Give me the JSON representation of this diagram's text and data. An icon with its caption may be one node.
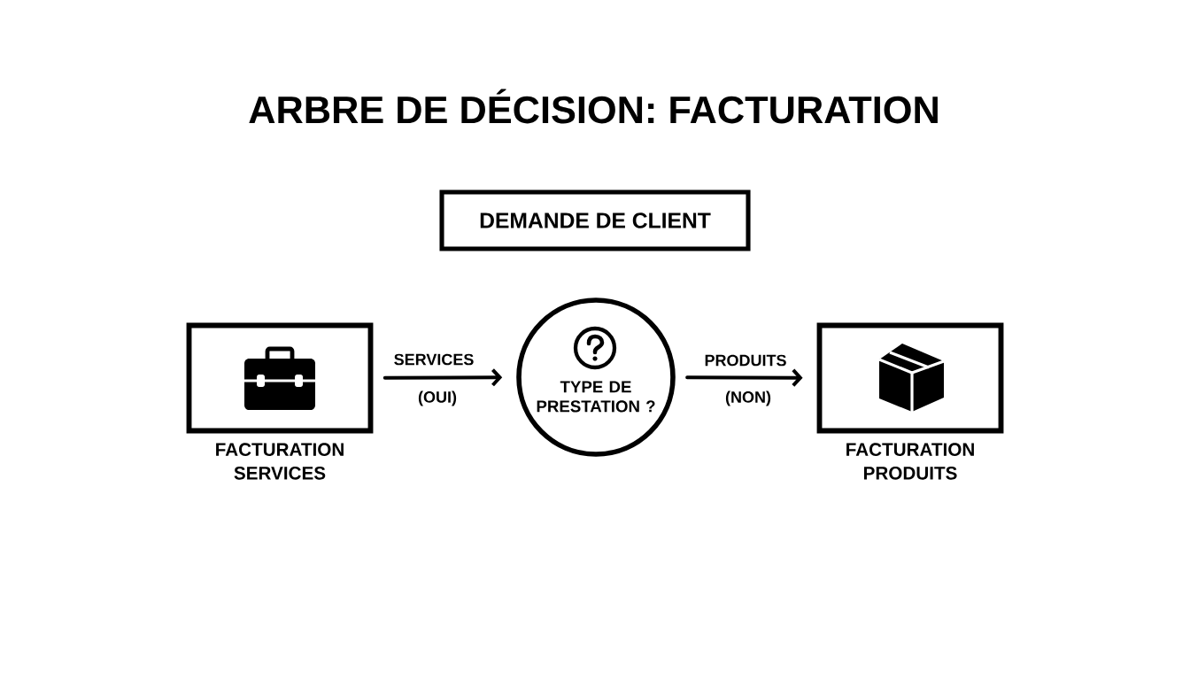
{
  "diagram": {
    "title": "ARBRE DE DÉCISION: FACTURATION",
    "nodes": [
      {
        "text": [
          "DEMANDE DE CLIENT"
        ]
      },
      {
        "text": [
          "FACTURATION SERVICES"
        ]
      },
      {
        "text": [
          "TYPE DE PRESTATION ?"
        ]
      },
      {
        "text": [
          "FACTURATION PRODUITS"
        ]
      }
    ],
    "edges": [
      {
        "from": 1,
        "to": 2,
        "arrow": "to",
        "label": "SERVICES"
      },
      {
        "from": 2,
        "to": 3,
        "arrow": "to",
        "label": "PRODUITS"
      }
    ],
    "labels": [
      "(OUI)",
      "(NON)"
    ]
  }
}
